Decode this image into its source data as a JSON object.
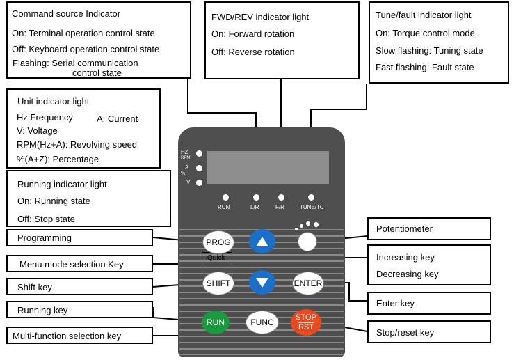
{
  "callouts": {
    "command_source": {
      "title": "Command source Indicator",
      "line1": "On: Terminal operation control state",
      "line2": "Off: Keyboard operation control state",
      "line3": "Flashing: Serial communication",
      "line4": "control state"
    },
    "fwd_rev": {
      "title": "FWD/REV indicator light",
      "line1": "On: Forward rotation",
      "line2": "Off: Reverse rotation"
    },
    "tune_fault": {
      "title": "Tune/fault indicator light",
      "line1": "On: Torque control mode",
      "line2": "Slow flashing: Tuning state",
      "line3": "Fast flashing: Fault state"
    },
    "unit": {
      "title": "Unit indicator light",
      "line1a": "Hz:Frequency",
      "line1b": "A: Current",
      "line2": "V: Voltage",
      "line3": "RPM(Hz+A): Revolving speed",
      "line4": "%(A+Z): Percentage"
    },
    "running_indicator": {
      "title": "Running indicator light",
      "line1": "On: Running state",
      "line2": "Off: Stop state"
    },
    "programming": "Programming",
    "menu_mode": "Menu mode selection Key",
    "shift": "Shift key",
    "running_key": "Running key",
    "multi_function": "Multi-function selection key",
    "potentiometer": "Potentiometer",
    "increasing": "Increasing key",
    "decreasing": "Decreasing key",
    "enter": "Enter key",
    "stop_reset": "Stop/reset key"
  },
  "panel": {
    "unit_labels": {
      "hz": "HZ",
      "rpm": "RPM",
      "a": "A",
      "pct": "%",
      "v": "V"
    },
    "indicator_labels": {
      "run": "RUN",
      "lr": "L/R",
      "fr": "F/R",
      "tune": "TUNE/TC"
    },
    "keys": {
      "prog": "PROG",
      "quick": "Quick",
      "shift": "SHIFT",
      "enter": "ENTER",
      "run": "RUN",
      "func": "FUNC",
      "stop": "STOP",
      "rst": "RST"
    }
  },
  "colors": {
    "panel": "#4e4e4e",
    "key_blue": "#1b6fc8",
    "key_green": "#1a9a3e",
    "key_red": "#e84a1e",
    "lcd": "#8d8d8d"
  }
}
